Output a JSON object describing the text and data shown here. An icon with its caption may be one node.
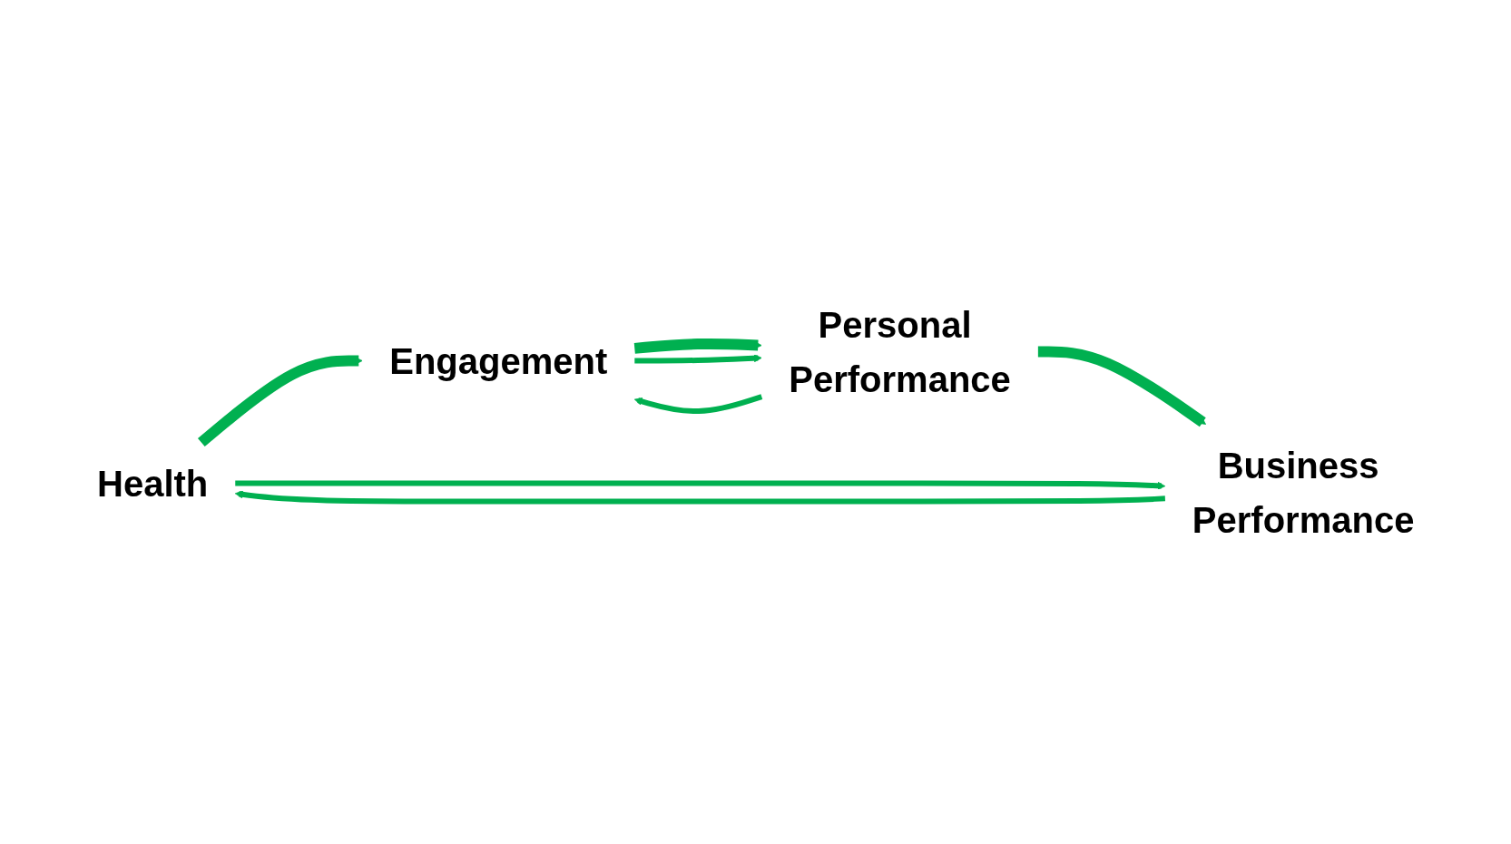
{
  "diagram": {
    "nodes": [
      {
        "text": [
          "Health"
        ]
      },
      {
        "text": [
          "Engagement"
        ]
      },
      {
        "text": [
          "Personal Performance"
        ]
      },
      {
        "text": [
          "Business Performance"
        ]
      }
    ],
    "edges": [
      {
        "from": 0,
        "to": 1,
        "arrow": "to",
        "style": "thick"
      },
      {
        "from": 1,
        "to": 2,
        "arrow": "to",
        "style": "thick"
      },
      {
        "from": 2,
        "to": 3,
        "arrow": "to",
        "style": "thick"
      },
      {
        "from": 3,
        "to": 0,
        "arrow": "to"
      },
      {
        "from": 2,
        "to": 1,
        "arrow": "to"
      },
      {
        "from": 1,
        "to": 2,
        "arrow": "to"
      },
      {
        "from": 0,
        "to": 3,
        "arrow": "to"
      }
    ]
  }
}
